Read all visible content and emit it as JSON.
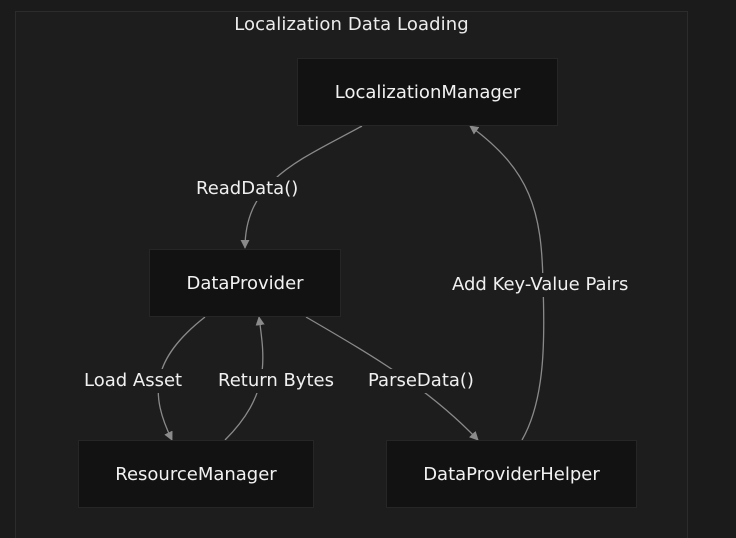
{
  "diagram": {
    "cluster_title": "Localization Data Loading",
    "nodes": {
      "localization_manager": "LocalizationManager",
      "data_provider": "DataProvider",
      "resource_manager": "ResourceManager",
      "data_provider_helper": "DataProviderHelper"
    },
    "edges": {
      "read_data": "ReadData()",
      "load_asset": "Load Asset",
      "return_bytes": "Return Bytes",
      "parse_data": "ParseData()",
      "add_pairs": "Add Key-Value Pairs"
    }
  }
}
